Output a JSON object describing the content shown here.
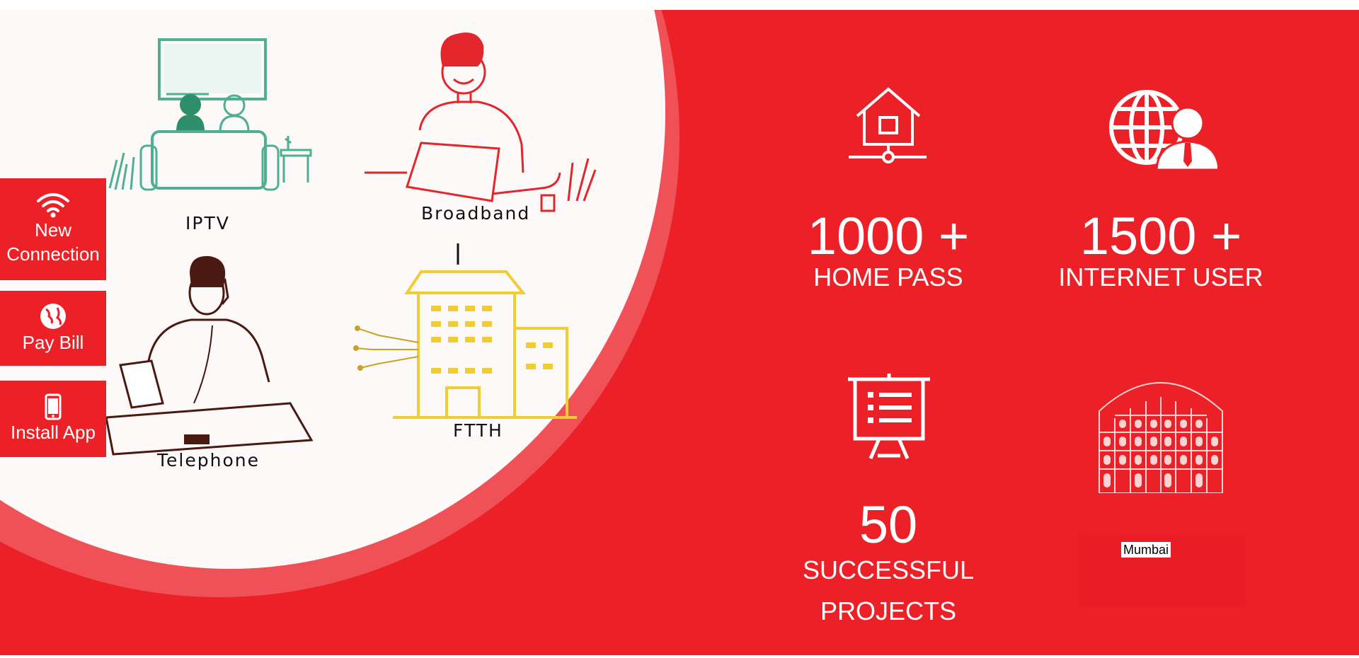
{
  "services": {
    "iptv_label": "IPTV",
    "broadband_label": "Broadband",
    "telephone_label": "Telephone",
    "ftth_label": "FTTH"
  },
  "side_buttons": {
    "new_connection": {
      "line1": "New",
      "line2": "Connection",
      "icon": "wifi-icon"
    },
    "pay_bill": {
      "label": "Pay Bill",
      "icon": "globe-icon"
    },
    "install_app": {
      "label": "Install App",
      "icon": "mobile-phone-icon"
    }
  },
  "stats": {
    "home_pass": {
      "value": "1000 +",
      "label": "HOME PASS",
      "icon": "house-network-icon"
    },
    "internet_user": {
      "value": "1500 +",
      "label": "INTERNET USER",
      "icon": "globe-user-icon"
    },
    "projects": {
      "value": "50",
      "label_line1": "SUCCESSFUL",
      "label_line2": "PROJECTS",
      "icon": "presentation-board-icon"
    },
    "city": {
      "label": "Mumbai",
      "icon": "hawa-mahal-icon"
    }
  },
  "colors": {
    "brand_red": "#ec2128",
    "circle_bg": "#fdf9f9",
    "iptv_green": "#4fb08f",
    "telephone_maroon": "#4a1a12",
    "broadband_red": "#e2262c",
    "ftth_yellow": "#f2cc35"
  }
}
